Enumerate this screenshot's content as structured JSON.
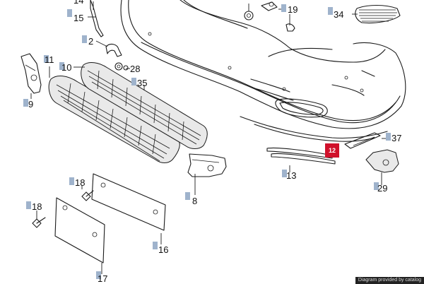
{
  "callouts": {
    "c14": "14",
    "c15": "15",
    "c19": "19",
    "c34": "34",
    "c2": "2",
    "c10": "10",
    "c11": "11",
    "c28": "28",
    "c35": "35",
    "c9": "9",
    "c18a": "18",
    "c18b": "18",
    "c8": "8",
    "c13": "13",
    "c37": "37",
    "c29": "29",
    "c16": "16",
    "c17": "17"
  },
  "highlight": {
    "label": "12",
    "color": "#d0112b"
  },
  "watermark": "Diagram provided by catalog"
}
